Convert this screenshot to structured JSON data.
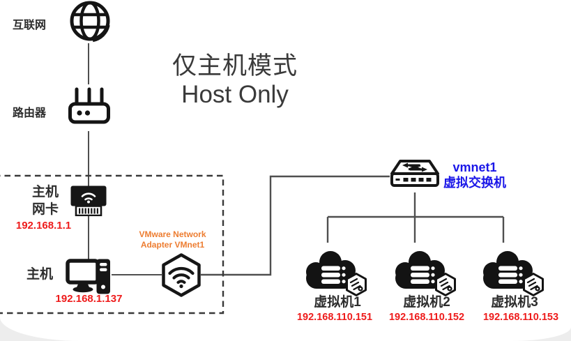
{
  "title": {
    "zh": "仅主机模式",
    "en": "Host Only"
  },
  "nodes": {
    "internet": {
      "label": "互联网"
    },
    "router": {
      "label": "路由器"
    },
    "host_nic": {
      "label_line1": "主机",
      "label_line2": "网卡",
      "ip": "192.168.1.1"
    },
    "host": {
      "label": "主机",
      "ip": "192.168.1.137"
    },
    "adapter": {
      "label_line1": "VMware Network",
      "label_line2": "Adapter VMnet1"
    },
    "switch": {
      "name": "vmnet1",
      "label": "虚拟交换机"
    },
    "vms": [
      {
        "label": "虚拟机1",
        "ip": "192.168.110.151"
      },
      {
        "label": "虚拟机2",
        "ip": "192.168.110.152"
      },
      {
        "label": "虚拟机3",
        "ip": "192.168.110.153"
      }
    ]
  },
  "colors": {
    "ip": "#ee1b1b",
    "adapter_text": "#ed7d31",
    "switch_text": "#1a16e8",
    "label": "#2d2d2d",
    "title": "#3a3a3a",
    "line": "#4f4f4f",
    "icon": "#141414"
  }
}
